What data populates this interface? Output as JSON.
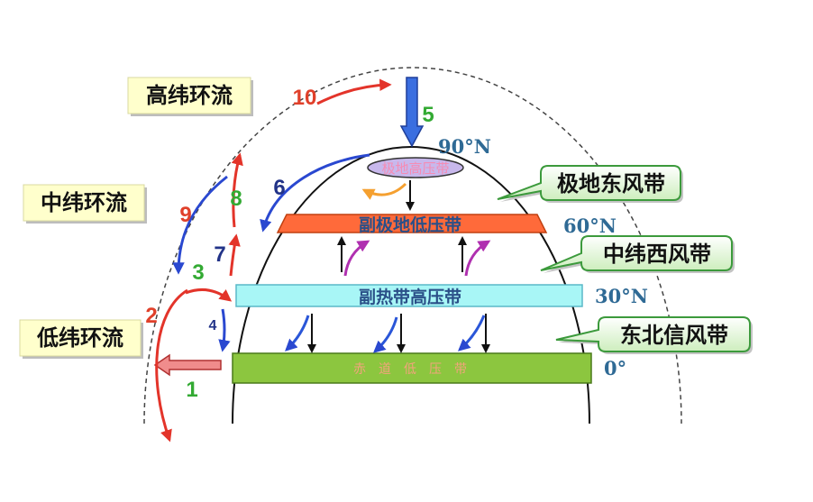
{
  "circulation_labels": {
    "high_latitude": "高纬环流",
    "mid_latitude": "中纬环流",
    "low_latitude": "低纬环流"
  },
  "wind_belts": {
    "polar_easterlies": "极地东风带",
    "mid_latitude_westerlies": "中纬西风带",
    "northeast_trades": "东北信风带"
  },
  "pressure_belts": {
    "polar_high": "极地高压带",
    "subpolar_low": "副极地低压带",
    "subtropical_high": "副热带高压带",
    "equatorial_low": "赤道低压带"
  },
  "latitude_labels": {
    "lat_90": "90°N",
    "lat_60": "60°N",
    "lat_30": "30°N",
    "lat_0": "0°"
  },
  "arrow_numbers": [
    "1",
    "2",
    "3",
    "4",
    "5",
    "6",
    "7",
    "8",
    "9",
    "10"
  ],
  "colors": {
    "label_fill": "#ffffcc",
    "callout_border": "#3c9a3c",
    "equatorial_low_fill": "#8cc63f",
    "equatorial_low_text": "#f3a47c",
    "subtropical_high_fill": "#a8f6f6",
    "subpolar_low_fill": "#ff6a3a",
    "polar_high_fill": "#c8b8ec",
    "polar_high_text": "#f58cb4",
    "band_text": "#2a4f88",
    "number_red": "#e0402a",
    "number_green": "#33aa33",
    "number_navy": "#223388"
  }
}
